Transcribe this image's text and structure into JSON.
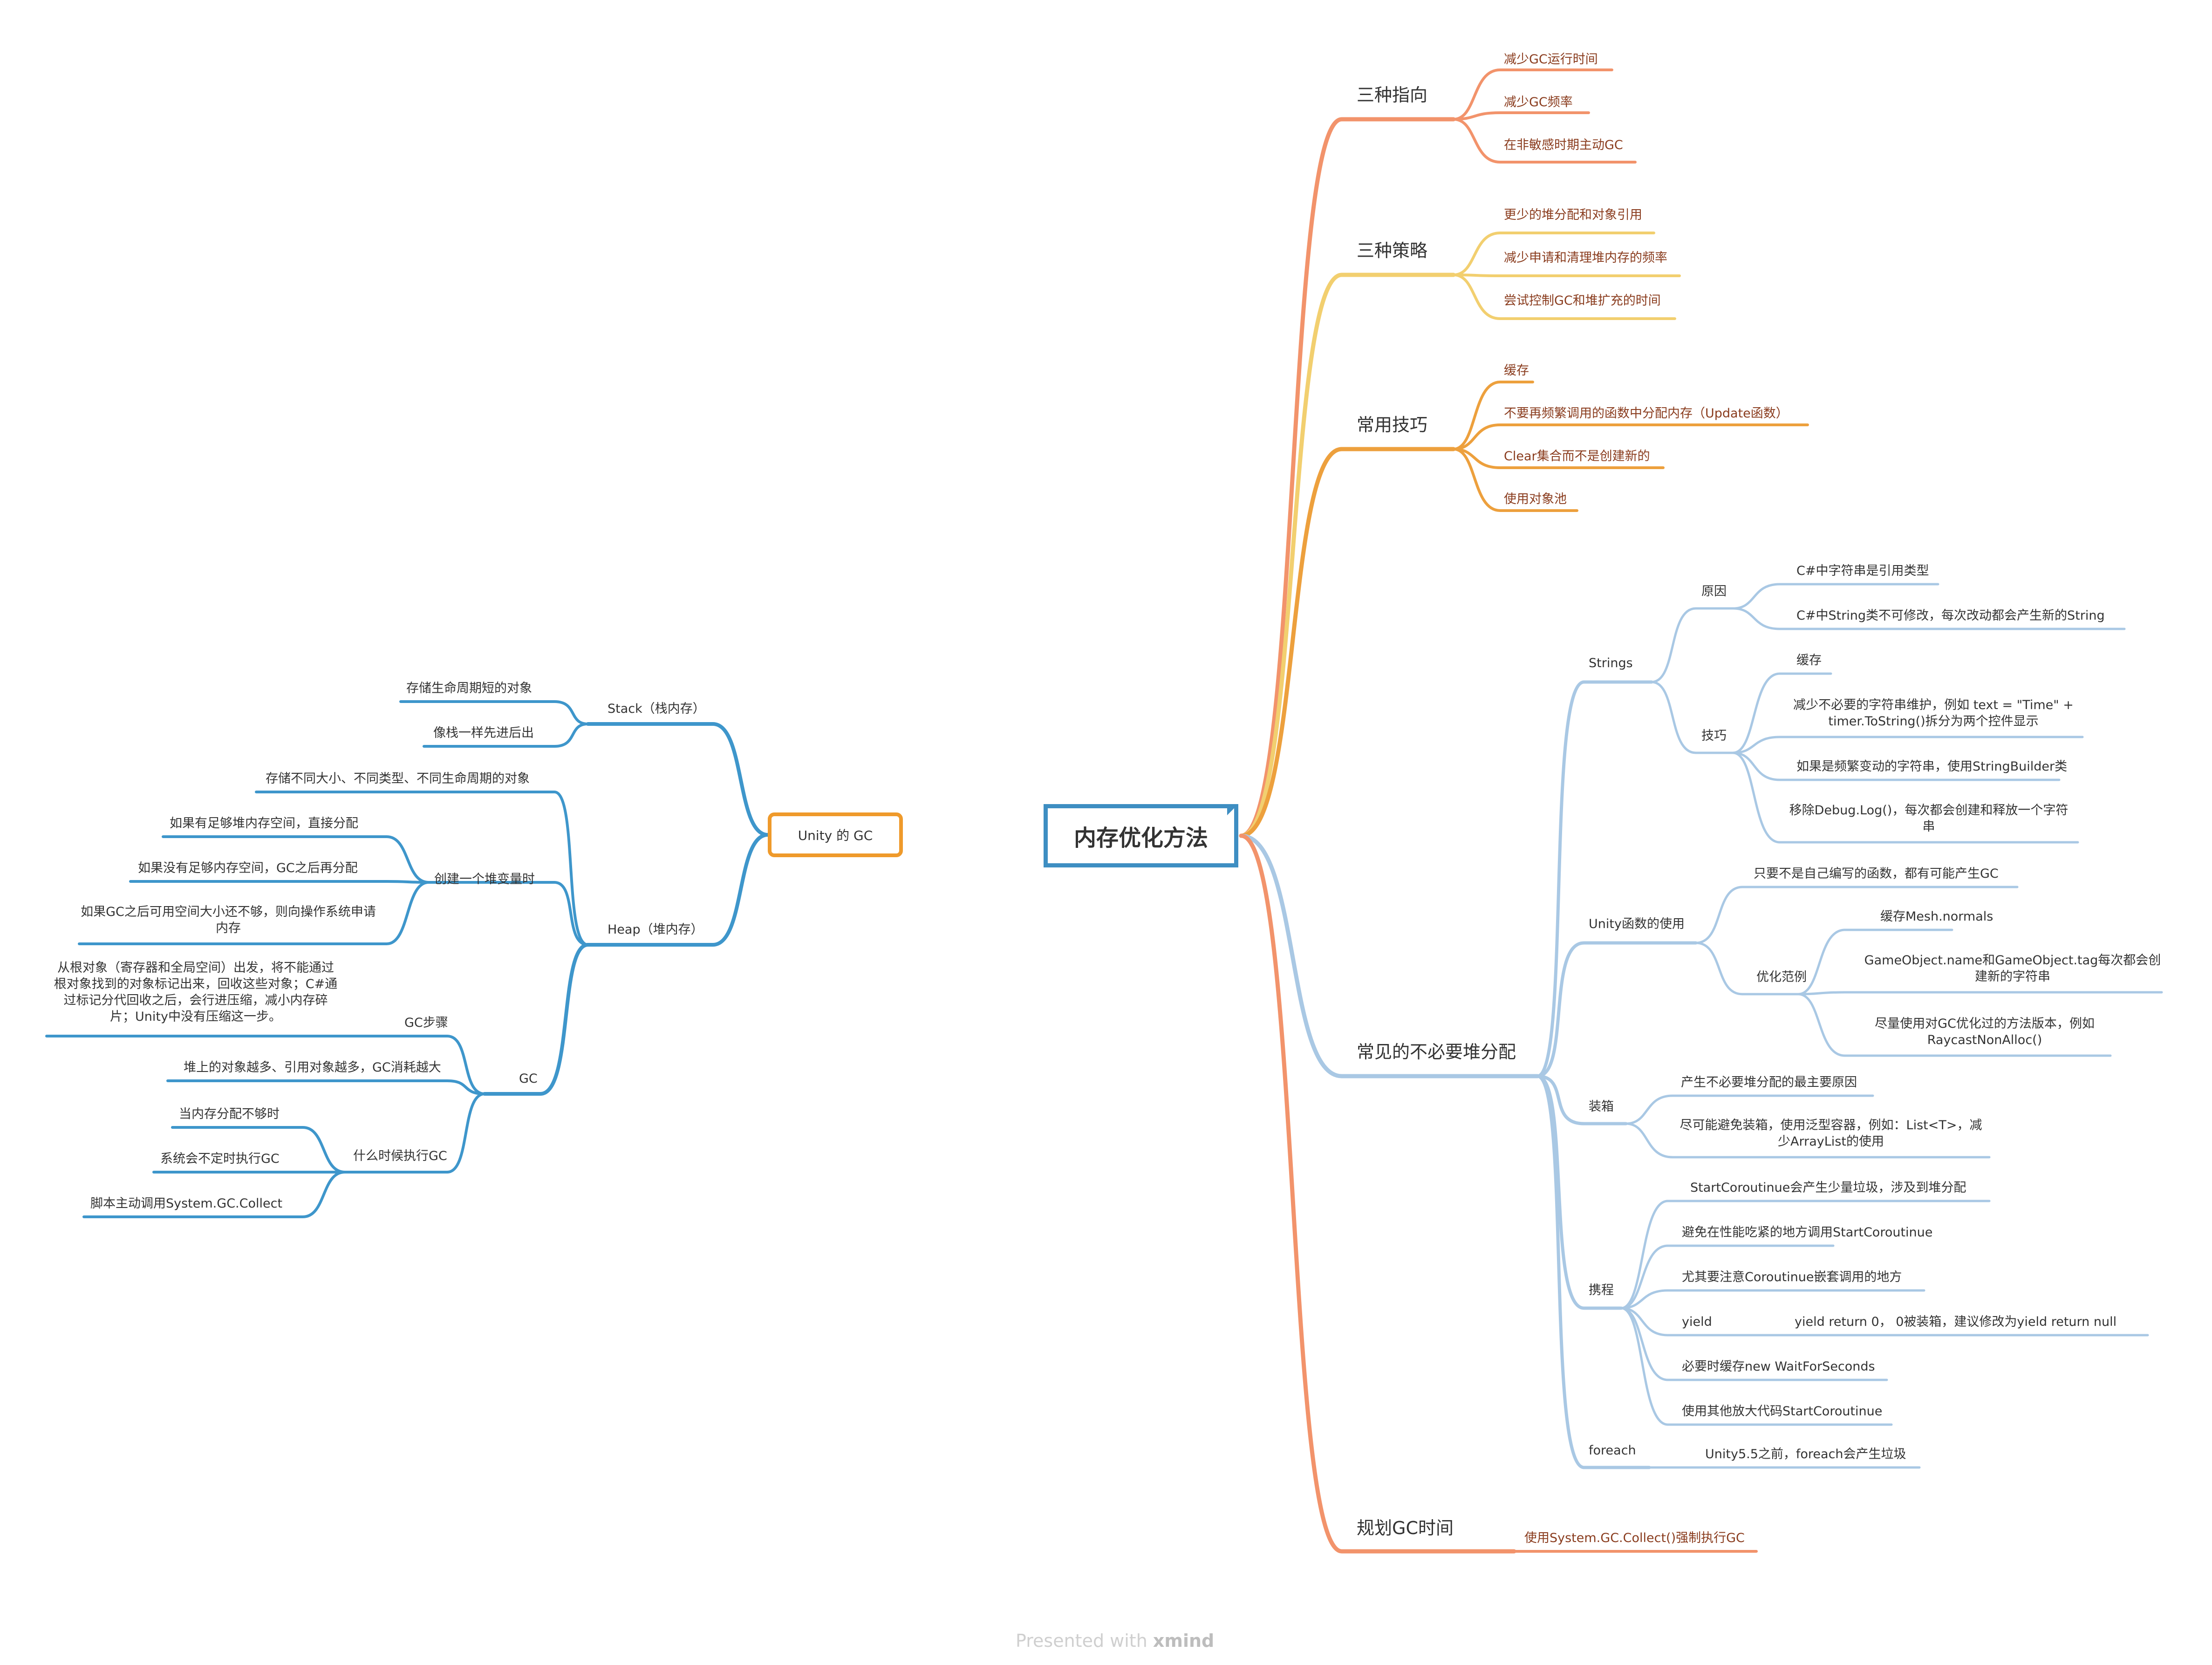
{
  "root": {
    "label": "内存优化方法"
  },
  "watermark": {
    "prefix": "Presented with",
    "brand": "xmind"
  },
  "colors": {
    "branch1": "#f2936b",
    "branch2": "#f2cf6f",
    "branch3": "#eda03d",
    "branch4": "#a9c8e4",
    "branch5": "#f2936b",
    "left": "#3e96cb",
    "unity_border": "#ef9a2b"
  },
  "right": {
    "b1": {
      "label": "三种指向",
      "items": [
        "减少GC运行时间",
        "减少GC频率",
        "在非敏感时期主动GC"
      ]
    },
    "b2": {
      "label": "三种策略",
      "items": [
        "更少的堆分配和对象引用",
        "减少申请和清理堆内存的频率",
        "尝试控制GC和堆扩充的时间"
      ]
    },
    "b3": {
      "label": "常用技巧",
      "items": [
        "缓存",
        "不要再频繁调用的函数中分配内存（Update函数）",
        "Clear集合而不是创建新的",
        "使用对象池"
      ]
    },
    "b4": {
      "label": "常见的不必要堆分配",
      "strings": {
        "label": "Strings",
        "reason": {
          "label": "原因",
          "items": [
            "C#中字符串是引用类型",
            "C#中String类不可修改，每次改动都会产生新的String"
          ]
        },
        "tips": {
          "label": "技巧",
          "items": [
            "缓存",
            "减少不必要的字符串维护，例如 text = \"Time\" + timer.ToString()拆分为两个控件显示",
            "如果是频繁变动的字符串，使用StringBuilder类",
            "移除Debug.Log()，每次都会创建和释放一个字符串"
          ]
        }
      },
      "unityfn": {
        "label": "Unity函数的使用",
        "note": "只要不是自己编写的函数，都有可能产生GC",
        "examples": {
          "label": "优化范例",
          "items": [
            "缓存Mesh.normals",
            "GameObject.name和GameObject.tag每次都会创建新的字符串",
            "尽量使用对GC优化过的方法版本，例如RaycastNonAlloc()"
          ]
        }
      },
      "boxing": {
        "label": "装箱",
        "items": [
          "产生不必要堆分配的最主要原因",
          "尽可能避免装箱，使用泛型容器，例如：List<T>，减少ArrayList的使用"
        ]
      },
      "coroutine": {
        "label": "携程",
        "items": [
          "StartCoroutinue会产生少量垃圾，涉及到堆分配",
          "避免在性能吃紧的地方调用StartCoroutinue",
          "尤其要注意Coroutinue嵌套调用的地方"
        ],
        "yield_label": "yield",
        "yield_note": "yield return 0， 0被装箱，建议修改为yield return null",
        "items2": [
          "必要时缓存new WaitForSeconds",
          "使用其他放大代码StartCoroutinue"
        ]
      },
      "foreach": {
        "label": "foreach",
        "note": "Unity5.5之前，foreach会产生垃圾"
      }
    },
    "b5": {
      "label": "规划GC时间",
      "items": [
        "使用System.GC.Collect()强制执行GC"
      ]
    }
  },
  "left": {
    "center": "Unity 的 GC",
    "stack": {
      "label": "Stack（栈内存）",
      "items": [
        "存储生命周期短的对象",
        "像栈一样先进后出"
      ]
    },
    "heap": {
      "label": "Heap（堆内存）",
      "note": "存储不同大小、不同类型、不同生命周期的对象",
      "create": {
        "label": "创建一个堆变量时",
        "items": [
          "如果有足够堆内存空间，直接分配",
          "如果没有足够内存空间，GC之后再分配",
          "如果GC之后可用空间大小还不够，则向操作系统申请内存"
        ]
      }
    },
    "gc": {
      "label": "GC",
      "steps": {
        "label": "GC步骤",
        "text": "从根对象（寄存器和全局空间）出发，将不能通过根对象找到的对象标记出来，回收这些对象；C#通过标记分代回收之后，会行进压缩，减小内存碎片；Unity中没有压缩这一步。"
      },
      "cost": "堆上的对象越多、引用对象越多，GC消耗越大",
      "when": {
        "label": "什么时候执行GC",
        "items": [
          "当内存分配不够时",
          "系统会不定时执行GC",
          "脚本主动调用System.GC.Collect"
        ]
      }
    }
  }
}
